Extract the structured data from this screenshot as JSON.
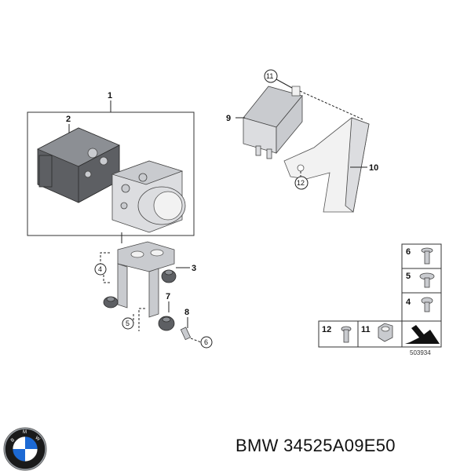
{
  "callouts": {
    "c1": "1",
    "c2": "2",
    "c3": "3",
    "c4": "4",
    "c5": "5",
    "c6": "6",
    "c7": "7",
    "c8": "8",
    "c9": "9",
    "c10": "10",
    "c11": "11",
    "c12": "12"
  },
  "parts_table": {
    "row6": "6",
    "row5": "5",
    "row4": "4",
    "row12": "12",
    "row11": "11"
  },
  "diagram_number": "503934",
  "footer": {
    "part_label": "BMW 34525A09E50",
    "logo_icon": "bmw-roundel-logo",
    "logo_colors": {
      "blue": "#1c69d4",
      "white": "#ffffff",
      "ring": "#1a1a1a"
    }
  }
}
